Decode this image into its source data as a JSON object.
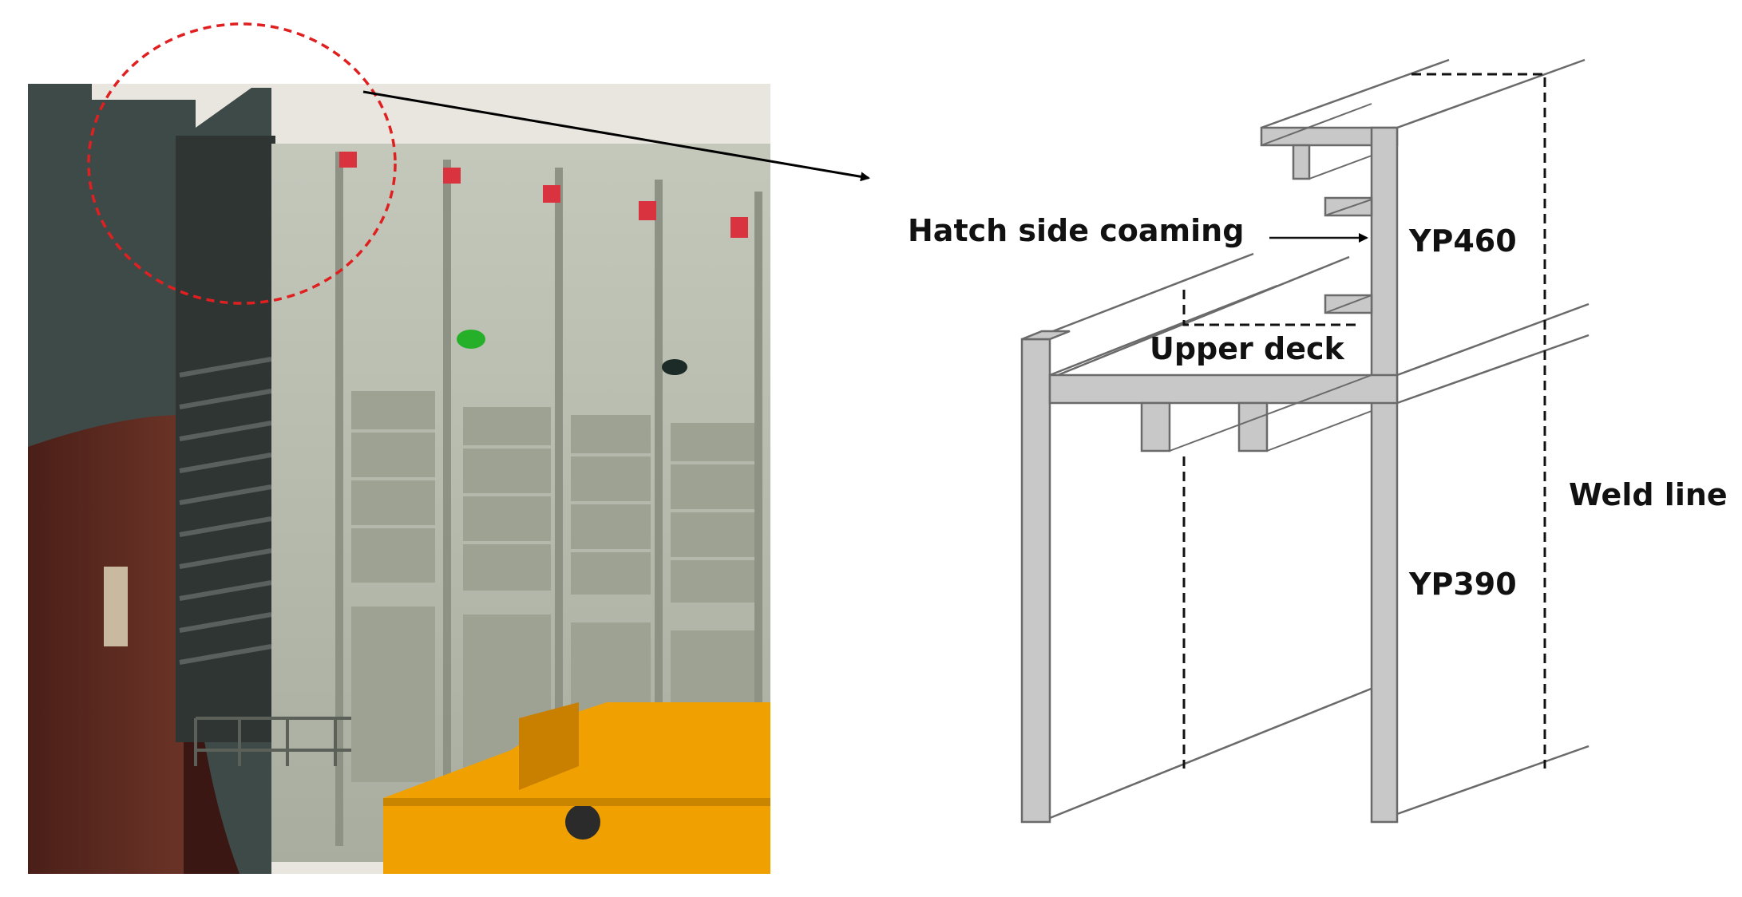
{
  "figure": {
    "labels": {
      "hatch_side_coaming": "Hatch side coaming",
      "upper_deck": "Upper deck",
      "yp460": "YP460",
      "yp390": "YP390",
      "weld_line": "Weld line"
    }
  },
  "colors": {
    "steel_fill": "#c8c8c8",
    "steel_stroke": "#6a6a6a",
    "highlight_circle": "#e02020",
    "hull_gray": "#b9bdb0",
    "hull_brown": "#5a2a20",
    "hull_dark_green": "#3e4a48",
    "crane_yellow": "#f0a000"
  }
}
